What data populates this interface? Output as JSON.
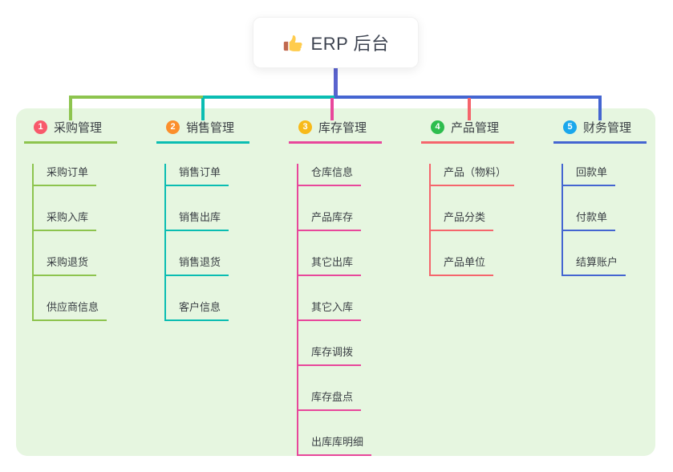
{
  "root": {
    "title": "ERP 后台",
    "icon": "thumbs-up-icon",
    "line_color": "#5a63ce"
  },
  "panel": {
    "background": "#e6f6e0"
  },
  "branches": [
    {
      "num": "1",
      "label": "采购管理",
      "accent": "#8dc44e",
      "badge_color": "#f8596b",
      "children": [
        "采购订单",
        "采购入库",
        "采购退货",
        "供应商信息"
      ]
    },
    {
      "num": "2",
      "label": "销售管理",
      "accent": "#0abdb2",
      "badge_color": "#fb8f2c",
      "children": [
        "销售订单",
        "销售出库",
        "销售退货",
        "客户信息"
      ]
    },
    {
      "num": "3",
      "label": "库存管理",
      "accent": "#e8479b",
      "badge_color": "#f7ba1a",
      "children": [
        "仓库信息",
        "产品库存",
        "其它出库",
        "其它入库",
        "库存调拨",
        "库存盘点",
        "出库库明细"
      ]
    },
    {
      "num": "4",
      "label": "产品管理",
      "accent": "#f5656c",
      "badge_color": "#2ebd4e",
      "children": [
        "产品（物料）",
        "产品分类",
        "产品单位"
      ]
    },
    {
      "num": "5",
      "label": "财务管理",
      "accent": "#4465d1",
      "badge_color": "#1aa7ec",
      "children": [
        "回款单",
        "付款单",
        "结算账户"
      ]
    }
  ]
}
